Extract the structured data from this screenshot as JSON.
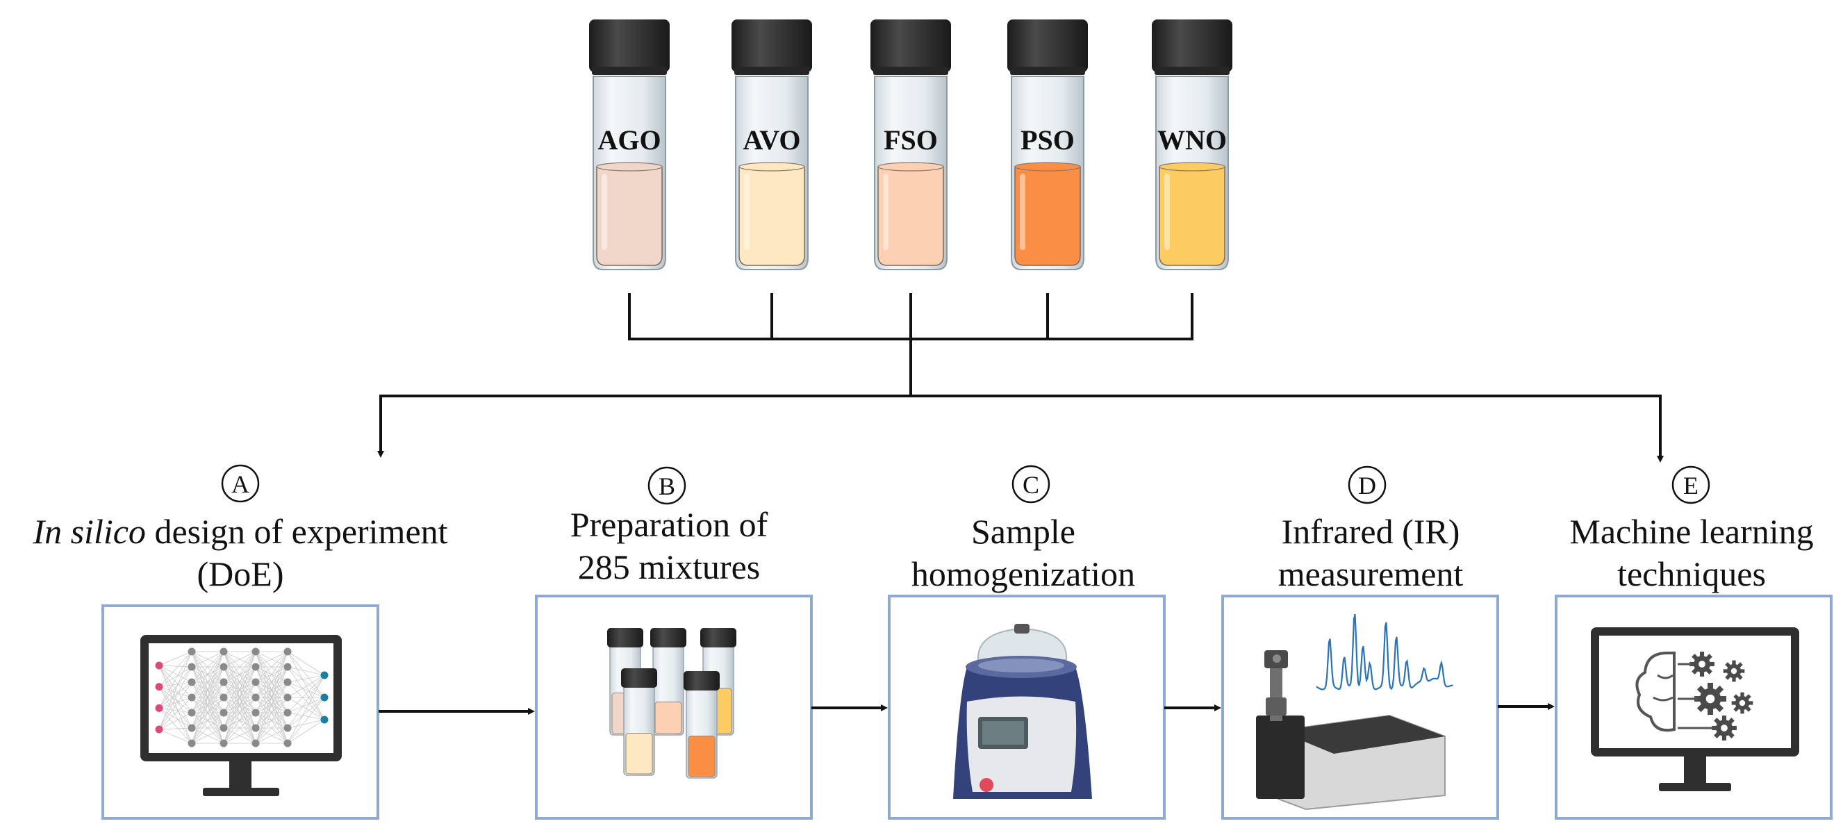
{
  "oils": [
    {
      "label": "AGO",
      "liquid_color": "#f0d6c8"
    },
    {
      "label": "AVO",
      "liquid_color": "#fde8c2"
    },
    {
      "label": "FSO",
      "liquid_color": "#fcd0b3"
    },
    {
      "label": "PSO",
      "liquid_color": "#f98e44"
    },
    {
      "label": "WNO",
      "liquid_color": "#fccb62"
    }
  ],
  "steps": [
    {
      "letter": "A",
      "title_line1_italic": "In silico",
      "title_line1_rest": " design of experiment",
      "title_line2": "(DoE)",
      "icon": "neural-network-monitor-icon"
    },
    {
      "letter": "B",
      "title_line1": "Preparation of",
      "title_line2": "285 mixtures",
      "icon": "sample-vials-icon"
    },
    {
      "letter": "C",
      "title_line1": "Sample",
      "title_line2": "homogenization",
      "icon": "vortex-mixer-icon"
    },
    {
      "letter": "D",
      "title_line1": "Infrared (IR)",
      "title_line2": "measurement",
      "icon": "ir-spectrometer-icon"
    },
    {
      "letter": "E",
      "title_line1": "Machine learning",
      "title_line2": "techniques",
      "icon": "ai-brain-monitor-icon"
    }
  ],
  "colors": {
    "box_border": "#8eaad4",
    "arrow": "#111111",
    "cap": "#2b2b2b",
    "glass": "#e9eef2",
    "monitor": "#2f2f2f",
    "node_gray": "#8a8a8a",
    "node_input": "#e0487a",
    "node_output": "#1a7fa6",
    "mixer_blue": "#33427a",
    "spectrum_blue": "#2a73b8"
  }
}
